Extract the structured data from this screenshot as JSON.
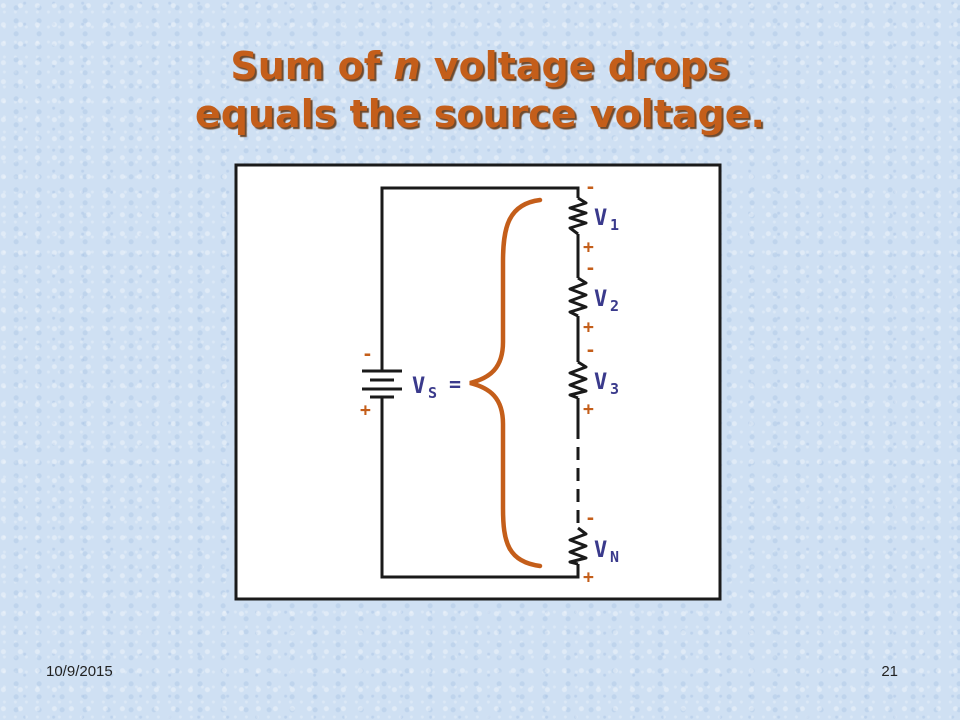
{
  "title": {
    "line1_pre": "Sum of ",
    "line1_em": "n",
    "line1_post": " voltage drops",
    "line2": "equals the source voltage."
  },
  "diagram": {
    "source": {
      "label": "V",
      "sub": "S",
      "equals": "=",
      "minus": "-",
      "plus": "+"
    },
    "resistors": [
      {
        "label": "V",
        "sub": "1",
        "minus": "-",
        "plus": "+"
      },
      {
        "label": "V",
        "sub": "2",
        "minus": "-",
        "plus": "+"
      },
      {
        "label": "V",
        "sub": "3",
        "minus": "-",
        "plus": "+"
      },
      {
        "label": "V",
        "sub": "N",
        "minus": "-",
        "plus": "+"
      }
    ]
  },
  "footer": {
    "date": "10/9/2015",
    "page": "21"
  },
  "colors": {
    "accent": "#c45e1a",
    "label": "#3a3a8c",
    "wire": "#1a1a1a"
  }
}
